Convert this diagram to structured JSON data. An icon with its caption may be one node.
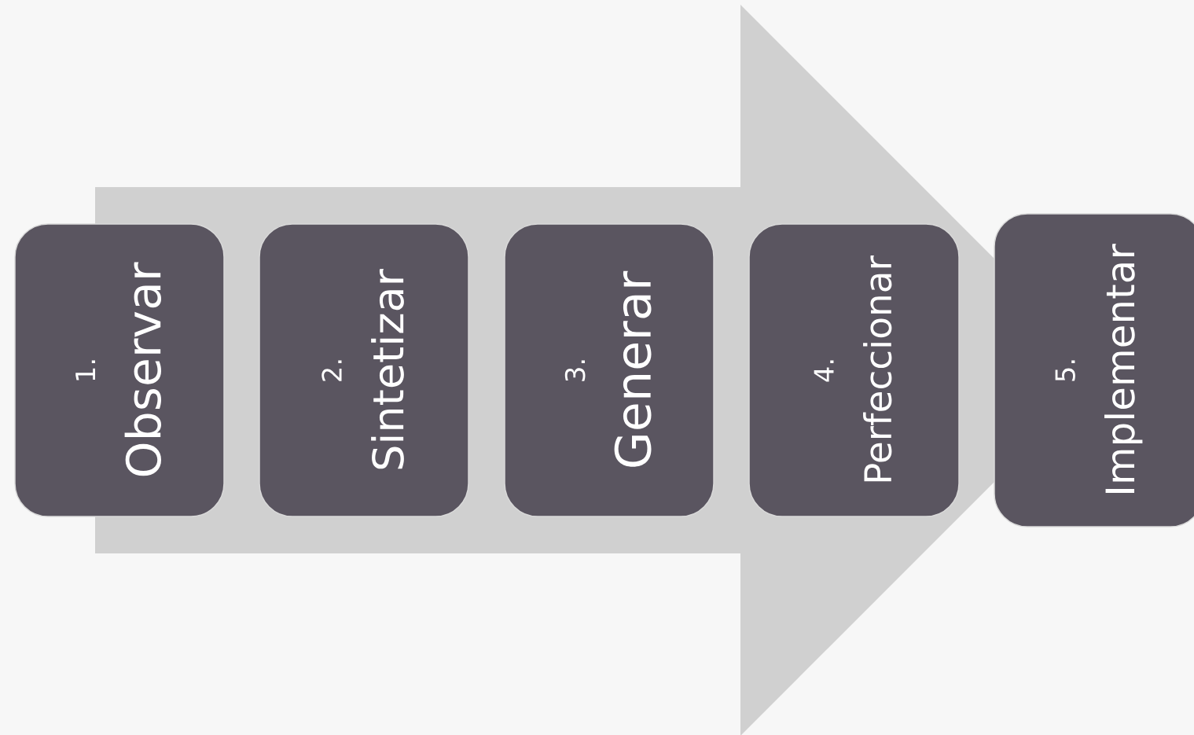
{
  "diagram": {
    "nodes": [
      {
        "text": [
          "1.",
          "Observar"
        ]
      },
      {
        "text": [
          "2.",
          "Sintetizar"
        ]
      },
      {
        "text": [
          "3.",
          "Generar"
        ]
      },
      {
        "text": [
          "4.",
          "Perfeccionar"
        ]
      },
      {
        "text": [
          "5.",
          "Implementar"
        ]
      }
    ],
    "edges": [
      {
        "from": 0,
        "to": 4,
        "arrow": "to"
      }
    ]
  }
}
